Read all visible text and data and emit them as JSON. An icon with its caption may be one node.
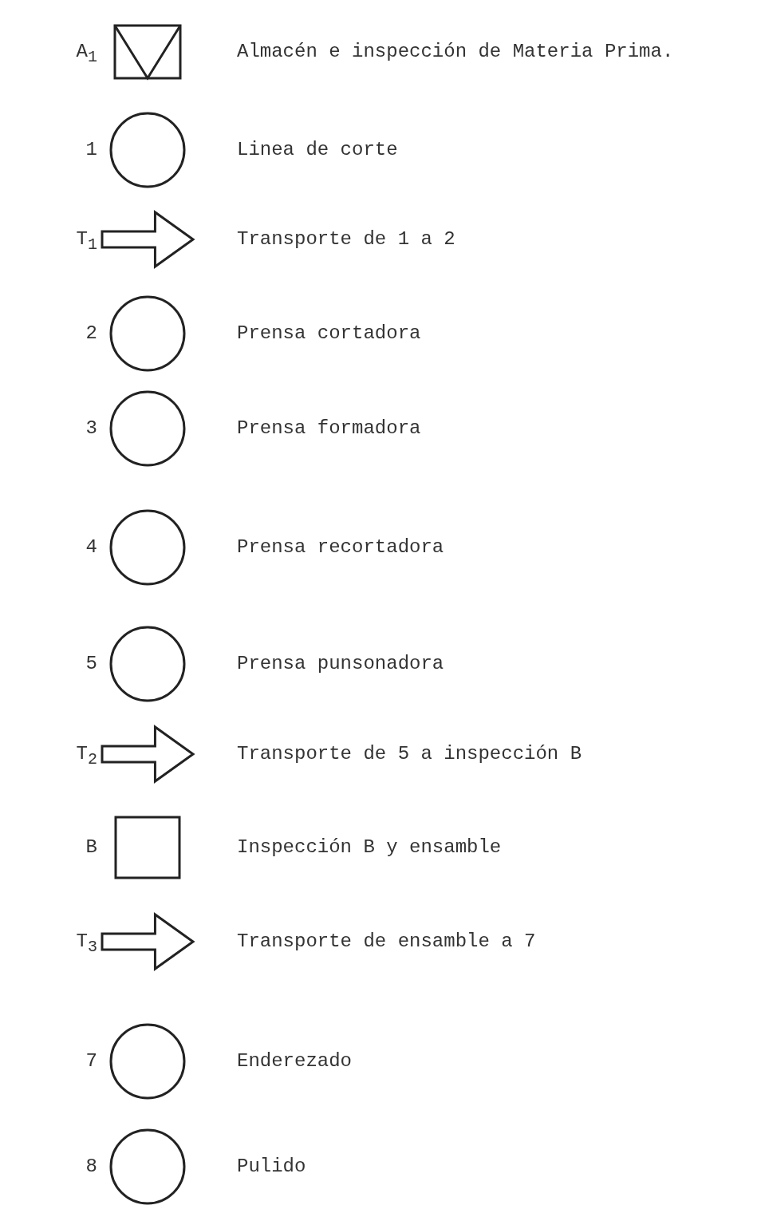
{
  "diagram": {
    "nodes": [
      {
        "text": [],
        "shape": "triangle",
        "beside": [
          "A$_{1}$",
          "Almacén e inspección de Materia Prima."
        ]
      },
      {
        "text": [],
        "shape": "circle",
        "beside": [
          "1",
          "Linea de corte"
        ]
      },
      {
        "text": [],
        "shape": "arrow",
        "beside": [
          "T$_{1}$",
          "Transporte de 1 a 2"
        ]
      },
      {
        "text": [],
        "shape": "circle",
        "beside": [
          "2",
          "Prensa cortadora"
        ]
      },
      {
        "text": [],
        "shape": "circle",
        "beside": [
          "3",
          "Prensa formadora"
        ]
      },
      {
        "text": [],
        "shape": "circle",
        "beside": [
          "4",
          "Prensa recortadora"
        ]
      },
      {
        "text": [],
        "shape": "circle",
        "beside": [
          "5",
          "Prensa punsonadora"
        ]
      },
      {
        "text": [],
        "shape": "arrow",
        "beside": [
          "T$_{2}$",
          "Transporte de 5 a inspección B"
        ]
      },
      {
        "text": [],
        "shape": "box",
        "beside": [
          "B",
          "Inspección B y ensamble"
        ]
      },
      {
        "text": [],
        "shape": "arrow",
        "beside": [
          "T$_{3}$",
          "Transporte de ensamble a 7"
        ]
      },
      {
        "text": [],
        "shape": "circle",
        "beside": [
          "7",
          "Enderezado"
        ]
      },
      {
        "text": [],
        "shape": "circle",
        "beside": [
          "8",
          "Pulido"
        ]
      }
    ]
  }
}
